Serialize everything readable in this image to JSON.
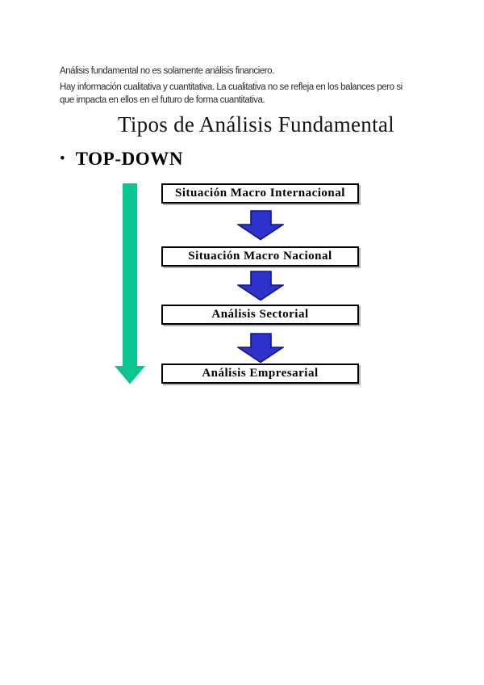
{
  "page": {
    "background": "#ffffff",
    "intro": {
      "paragraph_1": "Análisis fundamental no es solamente análisis financiero.",
      "paragraph_2_line_1": "Hay información cualitativa y cuantitativa. La cualitativa no se refleja en los balances pero si",
      "paragraph_2_line_2": "que impacta en ellos en el futuro de forma cuantitativa."
    },
    "slide": {
      "title": "Tipos de Análisis Fundamental",
      "bullet_marker": "•",
      "bullet_text": "TOP-DOWN"
    }
  },
  "diagram": {
    "type": "flowchart",
    "direction": "top-down",
    "steps": [
      {
        "label": "Situación Macro Internacional"
      },
      {
        "label": "Situación Macro Nacional"
      },
      {
        "label": "Análisis Sectorial"
      },
      {
        "label": "Análisis Empresarial"
      }
    ],
    "colors": {
      "timeline_arrow_green": "#08c690",
      "connector_arrow_blue": "#2e32cc",
      "connector_arrow_outline": "#141478",
      "box_border": "#000000",
      "box_fill": "#ffffff",
      "box_shadow_gray": "#b3b3b3",
      "text_black": "#000000"
    }
  }
}
